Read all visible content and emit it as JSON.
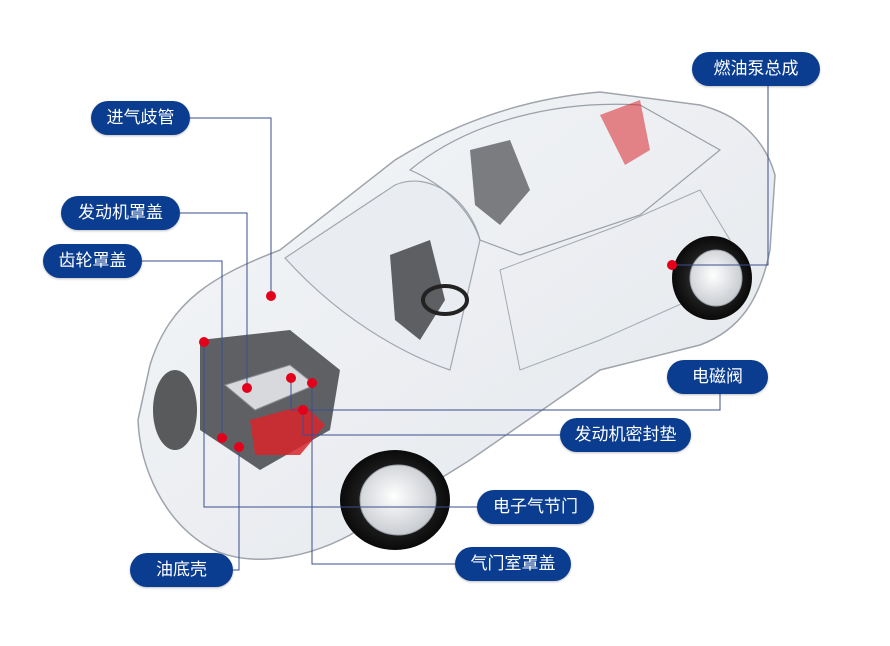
{
  "labels": {
    "fuel_pump": "燃油泵总成",
    "intake_manifold": "进气歧管",
    "engine_cover": "发动机罩盖",
    "gear_cover": "齿轮罩盖",
    "solenoid_valve": "电磁阀",
    "engine_gasket": "发动机密封垫",
    "electronic_throttle": "电子气节门",
    "valve_cover": "气门室罩盖",
    "oil_pan": "油底壳"
  },
  "colors": {
    "pill_bg": "#0a3c8f",
    "pill_text": "#ffffff",
    "leader_line": "#3a4f8f",
    "hotspot": "#e3001b"
  }
}
